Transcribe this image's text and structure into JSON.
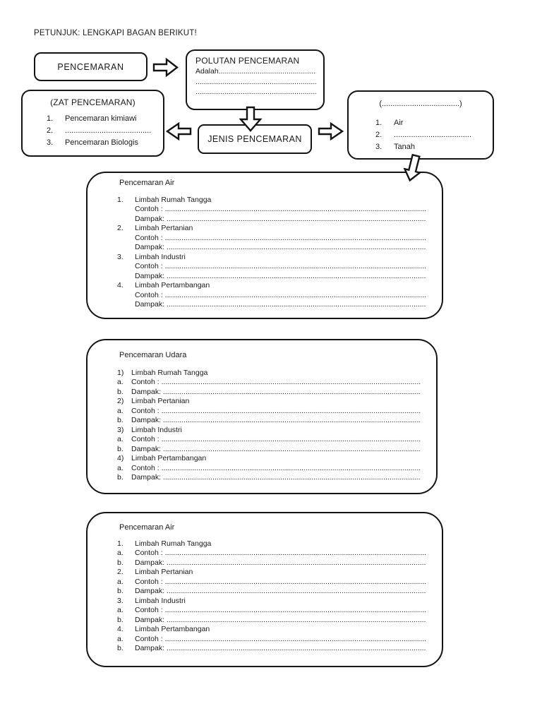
{
  "colors": {
    "ink": "#1a1a1a",
    "paper": "#ffffff",
    "border": "#141414"
  },
  "header": {
    "instruction": "PETUNJUK: LENGKAPI BAGAN BERIKUT!"
  },
  "diagram": {
    "pencemaran_label": "PENCEMARAN",
    "polutan": {
      "title": "POLUTAN PENCEMARAN",
      "lines": [
        "Adalah....................................................................",
        "......................................................................................",
        "......................................................................................"
      ]
    },
    "zat": {
      "title": "(ZAT PENCEMARAN)",
      "items": [
        {
          "num": "1.",
          "text": "Pencemaran kimiawi"
        },
        {
          "num": "2.",
          "text": "........................................"
        },
        {
          "num": "3.",
          "text": "Pencemaran Biologis"
        }
      ]
    },
    "jenis_label": "JENIS PENCEMARAN",
    "media": {
      "title": "(....................................)",
      "items": [
        {
          "num": "1.",
          "text": "Air"
        },
        {
          "num": "2.",
          "text": "...................................."
        },
        {
          "num": "3.",
          "text": "Tanah"
        }
      ]
    },
    "arrows": [
      "right",
      "down",
      "left",
      "right",
      "down-tilted"
    ]
  },
  "sections": [
    {
      "title": "Pencemaran Air",
      "rows": [
        {
          "m": "1.",
          "t": "Limbah Rumah Tangga"
        },
        {
          "m": "",
          "t": "Contoh : ................................................................................................................................................................"
        },
        {
          "m": "",
          "t": "Dampak: ................................................................................................................................................................"
        },
        {
          "m": "2.",
          "t": "Limbah Pertanian"
        },
        {
          "m": "",
          "t": "Contoh : ................................................................................................................................................................"
        },
        {
          "m": "",
          "t": "Dampak: ................................................................................................................................................................"
        },
        {
          "m": "3.",
          "t": "Limbah Industri"
        },
        {
          "m": "",
          "t": "Contoh : ................................................................................................................................................................"
        },
        {
          "m": "",
          "t": "Dampak: ................................................................................................................................................................"
        },
        {
          "m": "4.",
          "t": "Limbah Pertambangan"
        },
        {
          "m": "",
          "t": "Contoh : ................................................................................................................................................................"
        },
        {
          "m": "",
          "t": "Dampak: ................................................................................................................................................................"
        }
      ]
    },
    {
      "title": "Pencemaran Udara",
      "rows": [
        {
          "m": "1)",
          "t": "Limbah Rumah Tangga"
        },
        {
          "m": "a.",
          "t": "Contoh : ................................................................................................................................................................"
        },
        {
          "m": "b.",
          "t": "Dampak: ................................................................................................................................................................"
        },
        {
          "m": "2)",
          "t": "Limbah Pertanian"
        },
        {
          "m": "a.",
          "t": "Contoh : ................................................................................................................................................................"
        },
        {
          "m": "b.",
          "t": "Dampak: ................................................................................................................................................................"
        },
        {
          "m": "3)",
          "t": "Limbah Industri"
        },
        {
          "m": "a.",
          "t": "Contoh : ................................................................................................................................................................"
        },
        {
          "m": "b.",
          "t": "Dampak: ................................................................................................................................................................"
        },
        {
          "m": "4)",
          "t": "Limbah Pertambangan"
        },
        {
          "m": "a.",
          "t": "Contoh : ................................................................................................................................................................"
        },
        {
          "m": "b.",
          "t": "Dampak: ................................................................................................................................................................"
        }
      ]
    },
    {
      "title": "Pencemaran Air",
      "rows": [
        {
          "m": "1.",
          "t": "Limbah Rumah Tangga"
        },
        {
          "m": "a.",
          "t": "Contoh : ................................................................................................................................................................"
        },
        {
          "m": "b.",
          "t": "Dampak: ................................................................................................................................................................"
        },
        {
          "m": "2.",
          "t": "Limbah Pertanian"
        },
        {
          "m": "a.",
          "t": "Contoh : ................................................................................................................................................................"
        },
        {
          "m": "b.",
          "t": "Dampak: ................................................................................................................................................................"
        },
        {
          "m": "3.",
          "t": "Limbah Industri"
        },
        {
          "m": "a.",
          "t": "Contoh : ................................................................................................................................................................"
        },
        {
          "m": "b.",
          "t": "Dampak: ................................................................................................................................................................"
        },
        {
          "m": "4.",
          "t": "Limbah Pertambangan"
        },
        {
          "m": "a.",
          "t": "Contoh : ................................................................................................................................................................"
        },
        {
          "m": "b.",
          "t": "Dampak: ................................................................................................................................................................"
        }
      ]
    }
  ]
}
